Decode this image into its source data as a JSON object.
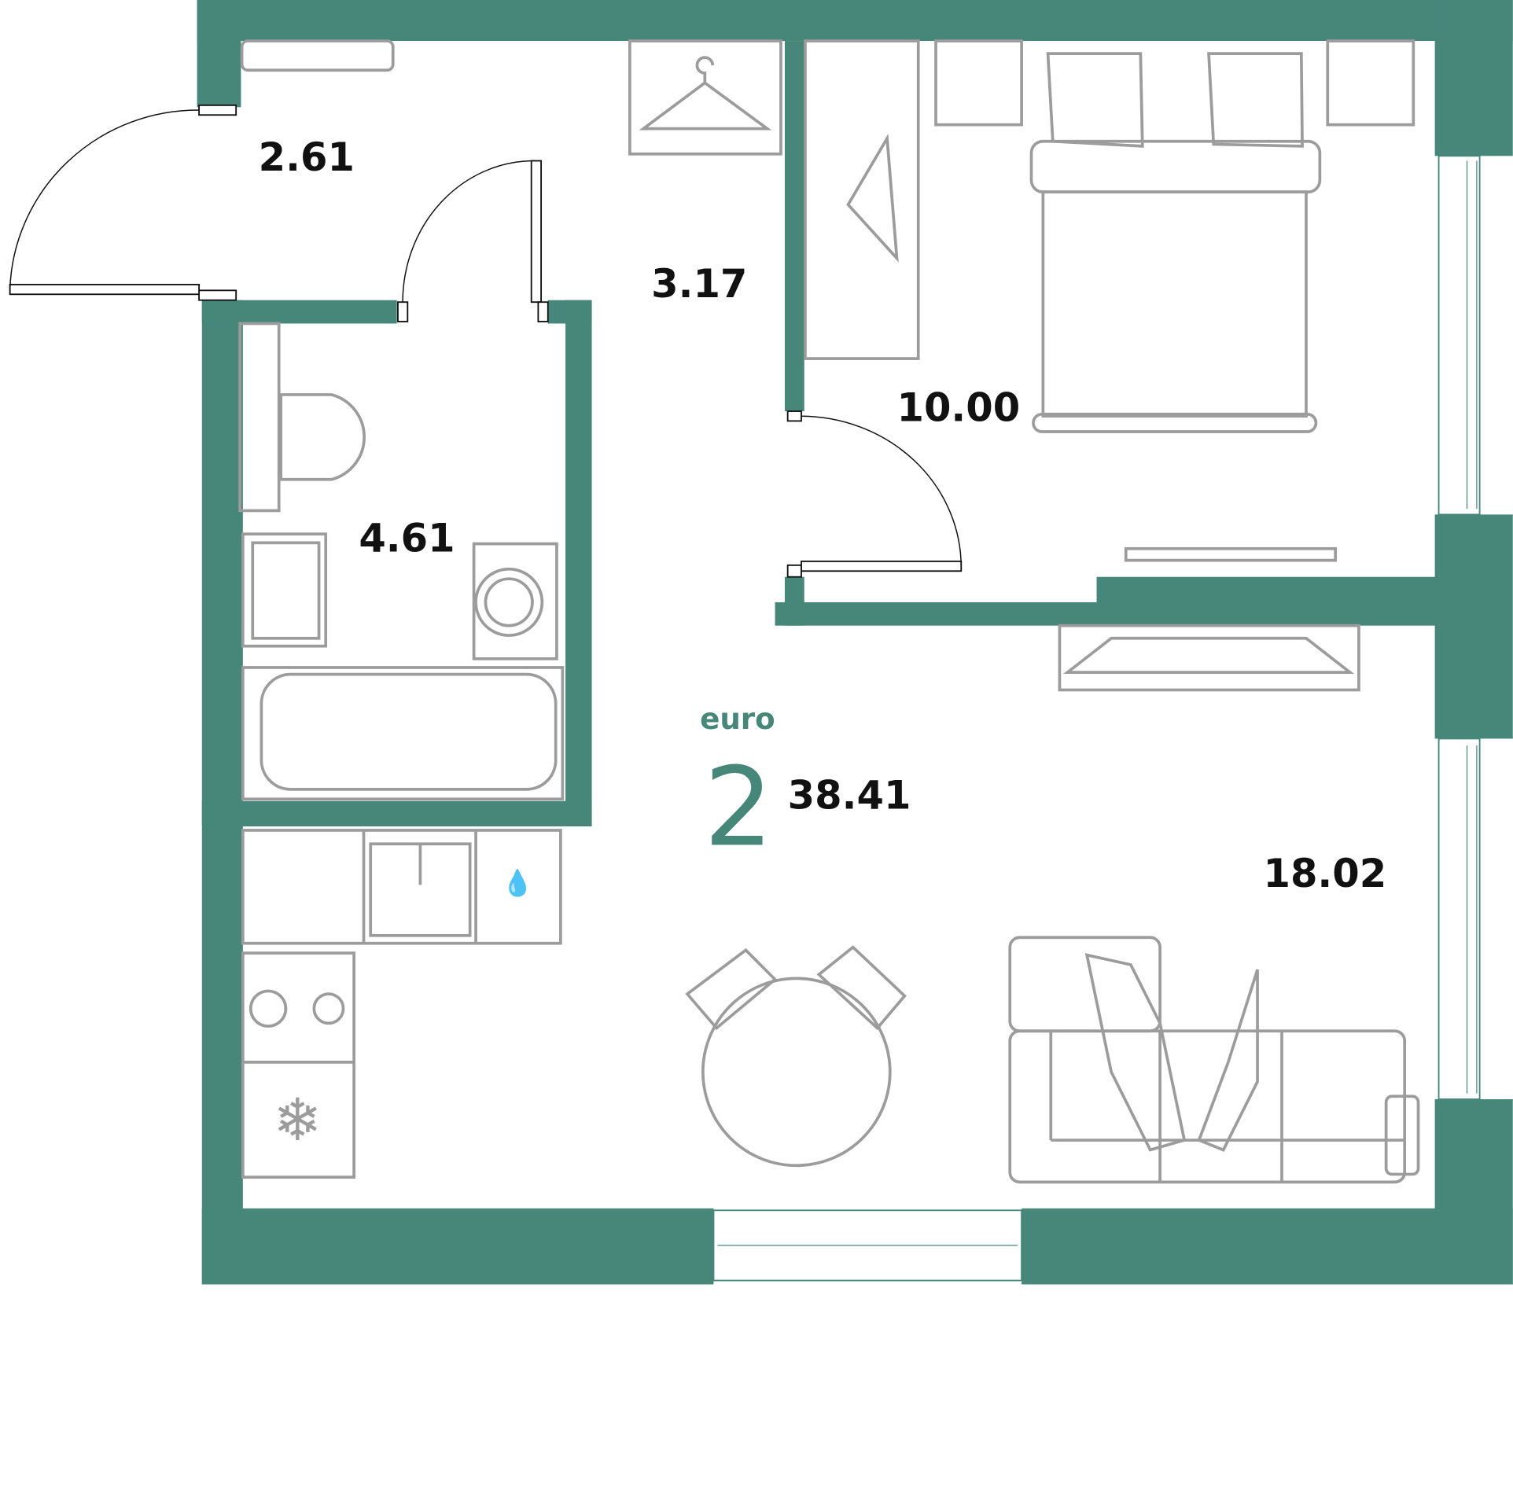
{
  "plan": {
    "type_label": "euro",
    "rooms_count": "2",
    "total_area": "38.41",
    "colors": {
      "wall": "#47877a",
      "furniture": "#9c9c9c"
    },
    "rooms": [
      {
        "name": "entrance",
        "area": "2.61"
      },
      {
        "name": "hall",
        "area": "3.17"
      },
      {
        "name": "bathroom",
        "area": "4.61"
      },
      {
        "name": "bedroom",
        "area": "10.00"
      },
      {
        "name": "kitchen-living",
        "area": "18.02"
      }
    ]
  }
}
